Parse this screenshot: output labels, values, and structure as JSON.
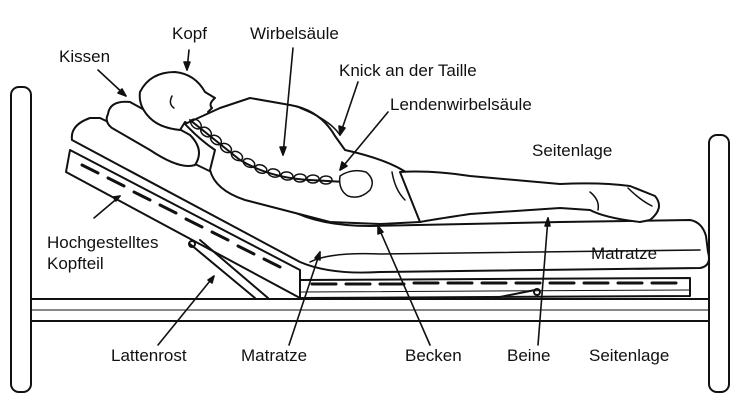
{
  "labels": {
    "kissen": "Kissen",
    "kopf": "Kopf",
    "wirbelsaeule": "Wirbelsäule",
    "knick": "Knick an der Taille",
    "lendenwirbelsaeule": "Lendenwirbelsäule",
    "seitenlage_top": "Seitenlage",
    "hochgestelltes": "Hochgestelltes",
    "kopfteil": "Kopfteil",
    "matratze_right": "Matratze",
    "lattenrost": "Lattenrost",
    "matratze_bottom": "Matratze",
    "becken": "Becken",
    "beine": "Beine",
    "seitenlage_bottom": "Seitenlage"
  },
  "colors": {
    "line": "#111111",
    "background": "#ffffff"
  }
}
